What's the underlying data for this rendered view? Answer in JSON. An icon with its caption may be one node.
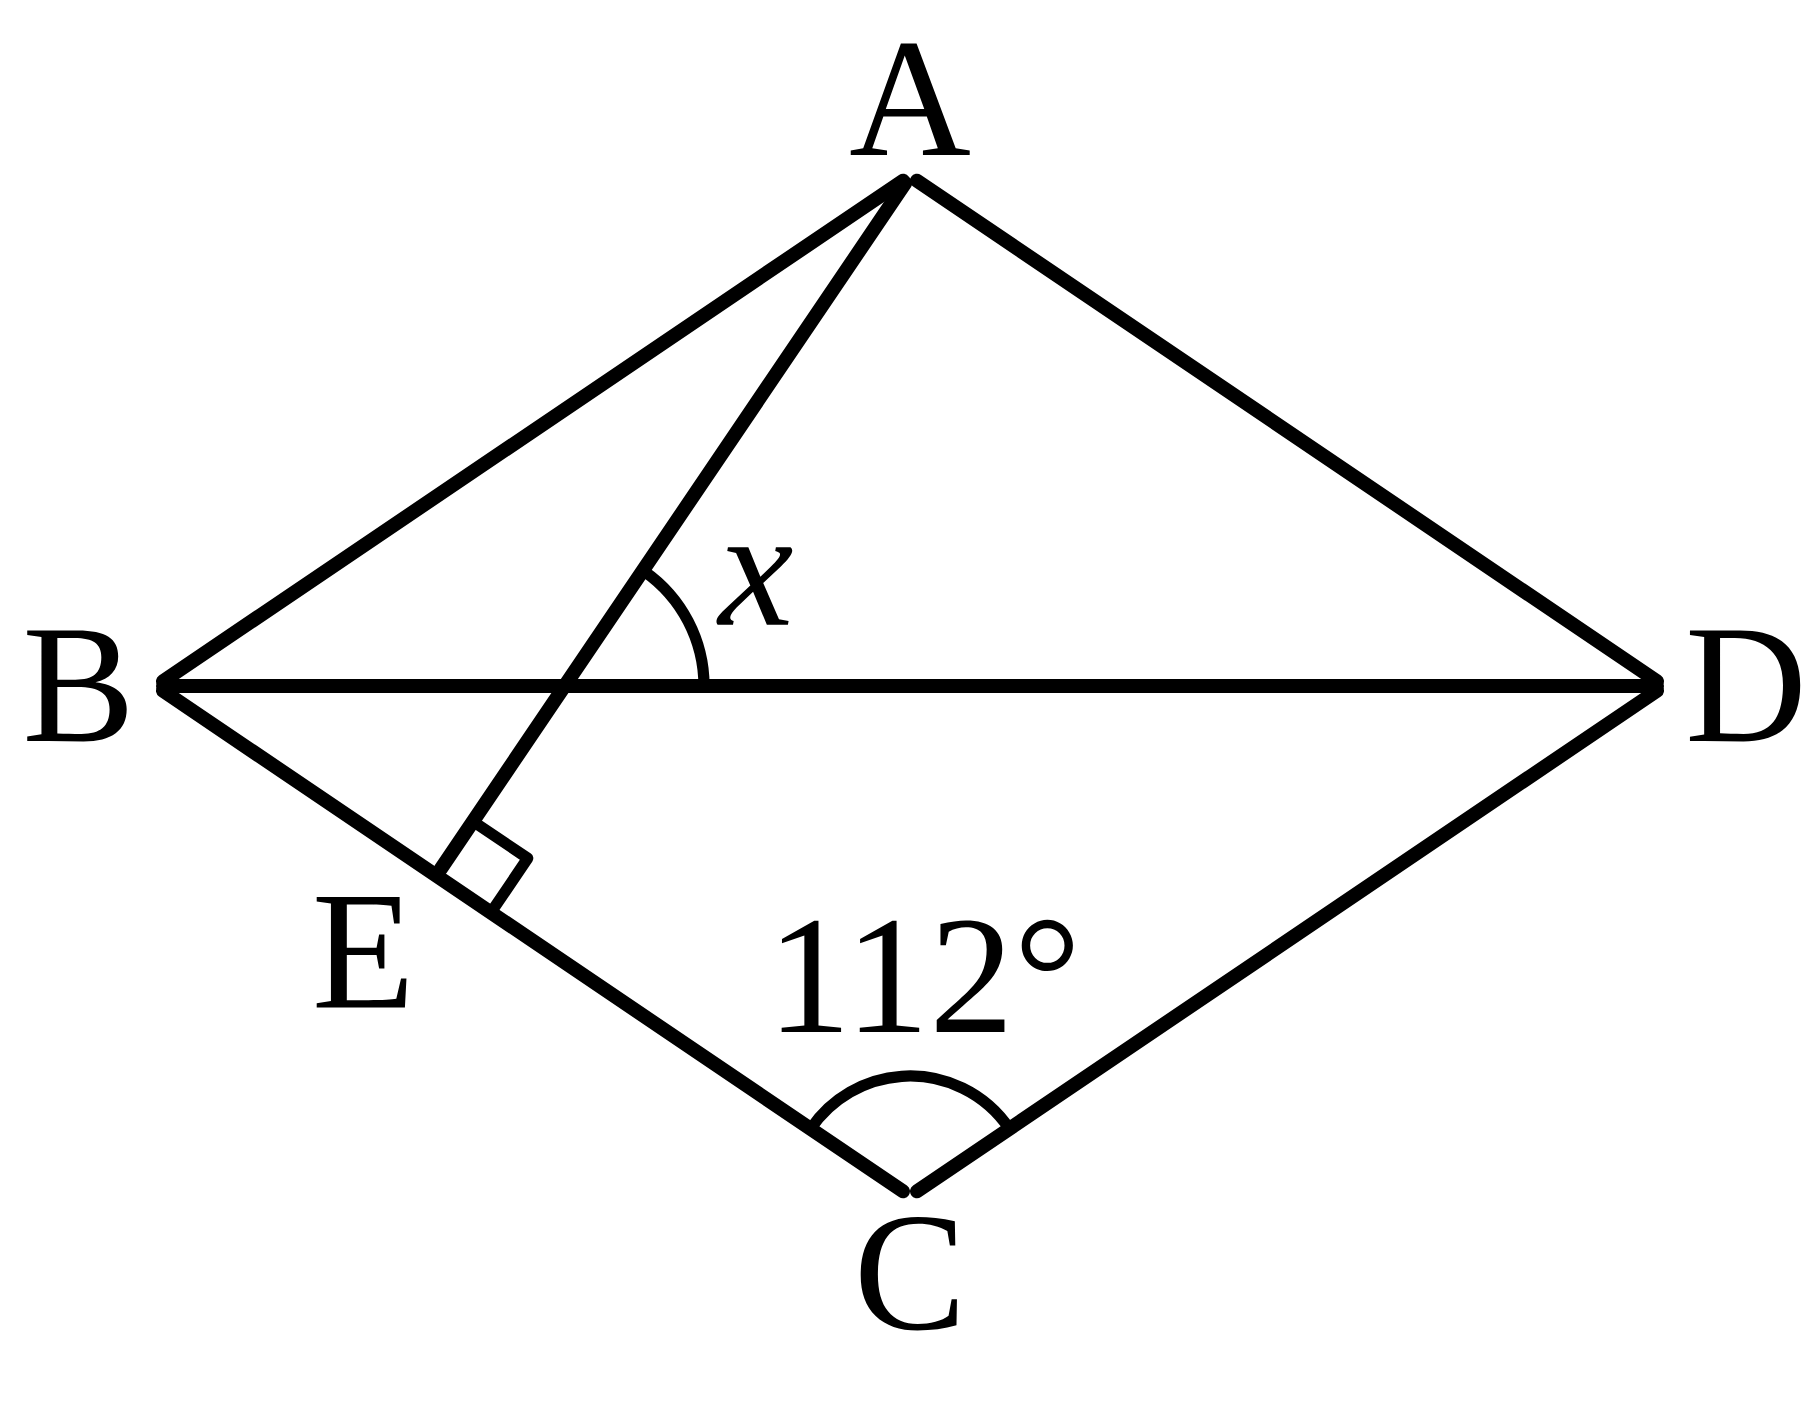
{
  "diagram": {
    "nodes": [
      {
        "text": [
          "A"
        ]
      },
      {
        "text": [
          "B"
        ]
      },
      {
        "text": [
          "D"
        ]
      },
      {
        "text": [
          "E"
        ]
      },
      {
        "text": [
          "C"
        ]
      }
    ],
    "edges": [
      {
        "from": 0,
        "to": 1,
        "arrow": "none"
      },
      {
        "from": 0,
        "to": 2,
        "arrow": "none"
      },
      {
        "from": 1,
        "to": 2,
        "arrow": "none"
      },
      {
        "from": 1,
        "to": 4,
        "arrow": "none"
      },
      {
        "from": 4,
        "to": 2,
        "arrow": "none"
      },
      {
        "from": 0,
        "to": 3,
        "arrow": "none"
      }
    ],
    "labels": [
      "x",
      "112°"
    ]
  }
}
